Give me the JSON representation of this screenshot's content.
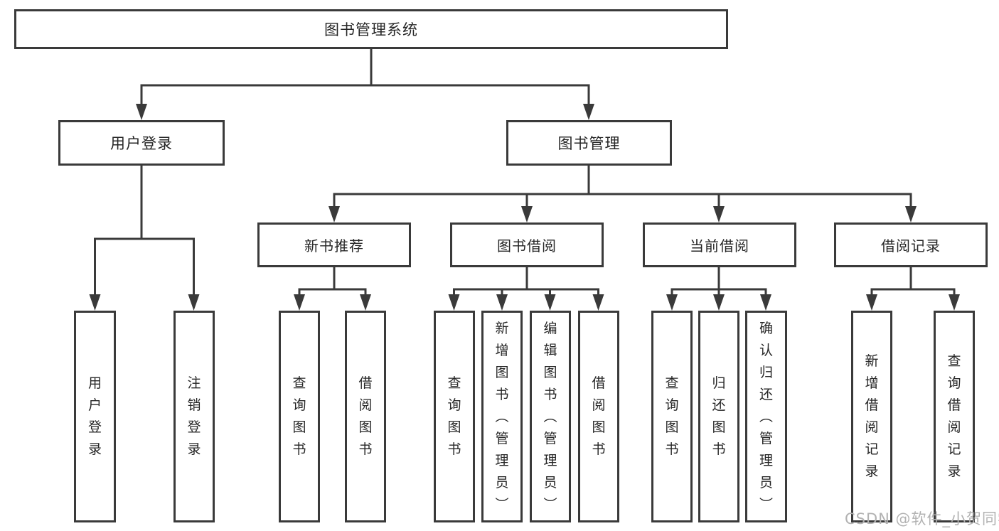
{
  "colors": {
    "line": "#3a3a3a",
    "text": "#262626",
    "background": "#ffffff",
    "watermark": "#b2b2b2"
  },
  "tree": {
    "root": {
      "label": "图书管理系统"
    },
    "branches": [
      {
        "label": "用户登录",
        "children": [
          {
            "label": "用户登录"
          },
          {
            "label": "注销登录"
          }
        ]
      },
      {
        "label": "图书管理",
        "groups": [
          {
            "label": "新书推荐",
            "children": [
              {
                "label": "查询图书"
              },
              {
                "label": "借阅图书"
              }
            ]
          },
          {
            "label": "图书借阅",
            "children": [
              {
                "label": "查询图书"
              },
              {
                "label": "新增图书（管理员）"
              },
              {
                "label": "编辑图书（管理员）"
              },
              {
                "label": "借阅图书"
              }
            ]
          },
          {
            "label": "当前借阅",
            "children": [
              {
                "label": "查询图书"
              },
              {
                "label": "归还图书"
              },
              {
                "label": "确认归还（管理员）"
              }
            ]
          },
          {
            "label": "借阅记录",
            "children": [
              {
                "label": "新增借阅记录"
              },
              {
                "label": "查询借阅记录"
              }
            ]
          }
        ]
      }
    ]
  },
  "watermark": {
    "text": "CSDN @软件_小贺同学"
  }
}
